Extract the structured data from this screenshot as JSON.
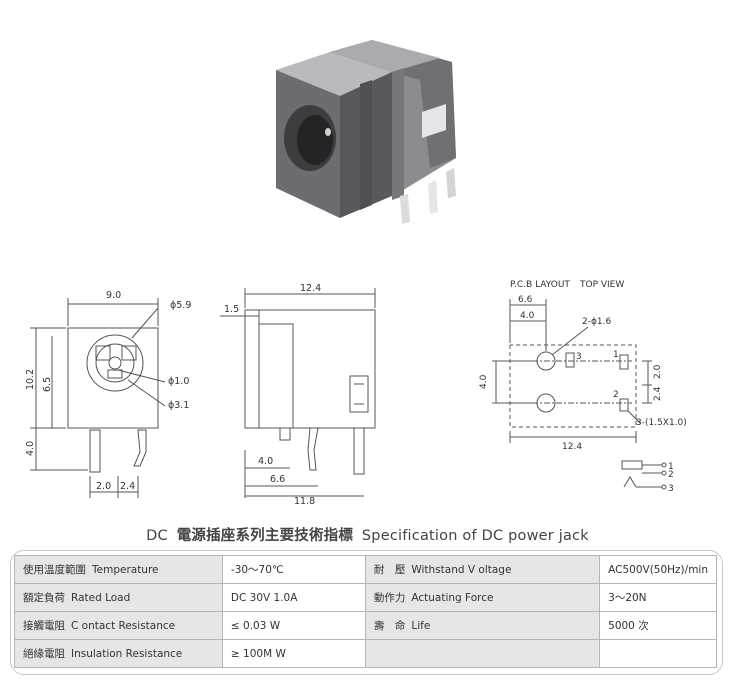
{
  "colors": {
    "jack_body": "#7b7d80",
    "jack_face": "#6b6d70",
    "line": "#555555",
    "table_label_bg": "#e6e6e6",
    "table_border": "#b5b5b5"
  },
  "drawings": {
    "front": {
      "dims": [
        "9.0",
        "ϕ5.9",
        "10.2",
        "6.5",
        "4.0",
        "ϕ1.0",
        "ϕ3.1",
        "2.0",
        "2.4"
      ]
    },
    "side": {
      "dims": [
        "1.5",
        "12.4",
        "4.0",
        "6.6",
        "11.8"
      ]
    },
    "pcb": {
      "title": "P.C.B LAYOUT",
      "title2": "TOP VIEW",
      "dims": [
        "6.6",
        "4.0",
        "2-ϕ1.6",
        "4.0",
        "2.0",
        "2.4",
        "3-(1.5X1.0)",
        "12.4"
      ],
      "pins": [
        "1",
        "2",
        "3"
      ],
      "schematic_pins": [
        "1",
        "2",
        "3"
      ]
    }
  },
  "title": {
    "en_prefix": "DC",
    "cn": "電源插座系列主要技術指標",
    "en": "Specification of DC power jack"
  },
  "table": {
    "rows": [
      {
        "l1_cn": "使用溫度範圍",
        "l1_en": "Temperature",
        "v1": "-30～70℃",
        "l2_cn": "耐　壓",
        "l2_en": "Withstand V oltage",
        "v2": "AC500V(50Hz)/min"
      },
      {
        "l1_cn": "額定負荷",
        "l1_en": "Rated Load",
        "v1": "DC  30V  1.0A",
        "l2_cn": "動作力",
        "l2_en": "Actuating Force",
        "v2": "3～20N"
      },
      {
        "l1_cn": "接觸電阻",
        "l1_en": "C ontact Resistance",
        "v1": "≤ 0.03 W",
        "l2_cn": "壽　命",
        "l2_en": "Life",
        "v2": "5000 次"
      },
      {
        "l1_cn": "絕緣電阻",
        "l1_en": "Insulation Resistance",
        "v1": "≥ 100M W",
        "l2_cn": "",
        "l2_en": "",
        "v2": ""
      }
    ]
  }
}
